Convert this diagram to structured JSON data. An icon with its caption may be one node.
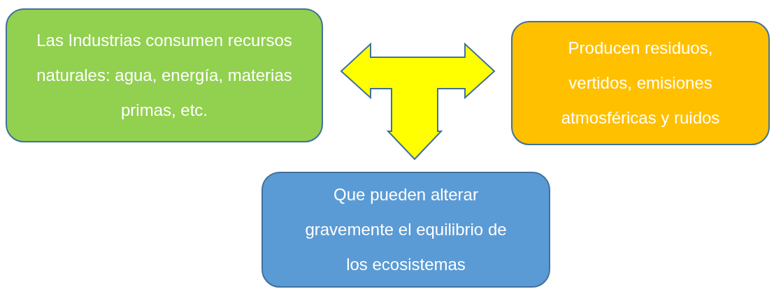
{
  "diagram": {
    "nodes": [
      {
        "text": [
          "Las Industrias consumen recursos naturales: agua, energía, materias primas, etc."
        ]
      },
      {
        "text": [
          "Producen residuos, vertidos, emisiones atmosféricas y ruidos"
        ]
      },
      {
        "text": [
          "Que pueden alterar gravemente el equilibrio de los ecosistemas"
        ]
      }
    ],
    "edges": [
      {
        "from": 0,
        "to": 1,
        "arrow": "both"
      },
      {
        "from": null,
        "to": 2,
        "arrow": "to"
      }
    ]
  }
}
